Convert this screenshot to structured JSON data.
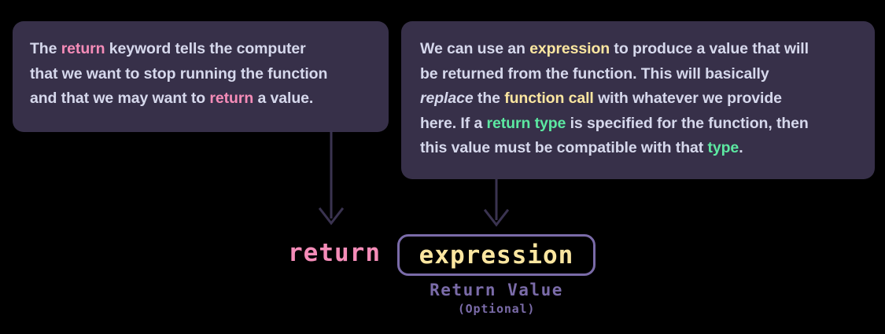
{
  "theme": {
    "background": "#000000",
    "card_background": "#373049",
    "body_text": "#D6D8EC",
    "accent_pink": "#F58CB8",
    "accent_yellow": "#FBE6A0",
    "accent_green": "#5CE8A1",
    "accent_purple": "#7A6BA8",
    "arrow_color": "#3A3350"
  },
  "cards": {
    "return_card": {
      "lines": [
        {
          "segments": [
            {
              "text": "The ",
              "style": "plain"
            },
            {
              "text": "return",
              "style": "pink"
            },
            {
              "text": " keyword tells the computer",
              "style": "plain"
            }
          ]
        },
        {
          "segments": [
            {
              "text": "that we want to stop running the function",
              "style": "plain"
            }
          ]
        },
        {
          "segments": [
            {
              "text": "and that we may want to ",
              "style": "plain"
            },
            {
              "text": "return",
              "style": "pink"
            },
            {
              "text": " a value.",
              "style": "plain"
            }
          ]
        }
      ]
    },
    "expression_card": {
      "lines": [
        {
          "segments": [
            {
              "text": "We can use an ",
              "style": "plain"
            },
            {
              "text": "expression",
              "style": "yellow"
            },
            {
              "text": " to produce a value that will",
              "style": "plain"
            }
          ]
        },
        {
          "segments": [
            {
              "text": "be returned from the function. This will basically",
              "style": "plain"
            }
          ]
        },
        {
          "segments": [
            {
              "text": "replace",
              "style": "italic"
            },
            {
              "text": " the ",
              "style": "plain"
            },
            {
              "text": "function call",
              "style": "yellow"
            },
            {
              "text": " with whatever we provide",
              "style": "plain"
            }
          ]
        },
        {
          "segments": [
            {
              "text": "here. If a ",
              "style": "plain"
            },
            {
              "text": "return type",
              "style": "green"
            },
            {
              "text": " is specified for the function, then",
              "style": "plain"
            }
          ]
        },
        {
          "segments": [
            {
              "text": "this value must be compatible with that ",
              "style": "plain"
            },
            {
              "text": "type",
              "style": "green"
            },
            {
              "text": ".",
              "style": "plain"
            }
          ]
        }
      ]
    }
  },
  "arrows": [
    {
      "name": "arrow-return",
      "from_card": "return_card",
      "to_token": "return-token"
    },
    {
      "name": "arrow-expression",
      "from_card": "expression_card",
      "to_token": "expression-box"
    }
  ],
  "code": {
    "return_token": "return",
    "expression_token": "expression",
    "caption_main": "Return Value",
    "caption_sub": "(Optional)"
  }
}
